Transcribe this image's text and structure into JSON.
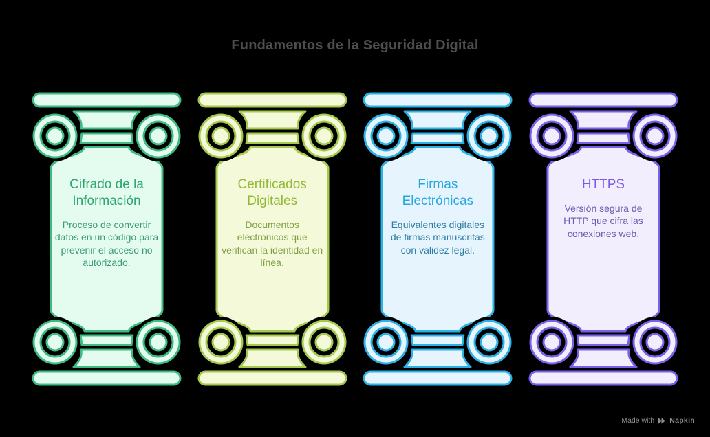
{
  "background": "#000000",
  "header": {
    "title": "Fundamentos de la Seguridad Digital",
    "color": "#4d4d4d"
  },
  "pillars": [
    {
      "title": "Cifrado de la Información",
      "description": "Proceso de convertir datos en un código para prevenir el acceso no autorizado.",
      "colors": {
        "stroke": "#3fbb81",
        "fill": "#e4fcf0",
        "title": "#2ea56f",
        "body": "#3d9c71"
      }
    },
    {
      "title": "Certificados Digitales",
      "description": "Documentos electrónicos que verifican la identidad en línea.",
      "colors": {
        "stroke": "#a5c94f",
        "fill": "#f3f9d9",
        "title": "#94b937",
        "body": "#7fa144"
      }
    },
    {
      "title": "Firmas Electrónicas",
      "description": "Equivalentes digitales de firmas manuscritas con validez legal.",
      "colors": {
        "stroke": "#2cb1e6",
        "fill": "#e6f5fd",
        "title": "#27a7e1",
        "body": "#2d7ca3"
      }
    },
    {
      "title": "HTTPS",
      "description": "Versión segura de HTTP que cifra las conexiones web.",
      "colors": {
        "stroke": "#7a5fe8",
        "fill": "#f2eefd",
        "title": "#7c5ce6",
        "body": "#6b5cae"
      }
    }
  ],
  "watermark": {
    "made_with": "Made with",
    "brand": "Napkin",
    "color": "#8d8d8d"
  }
}
